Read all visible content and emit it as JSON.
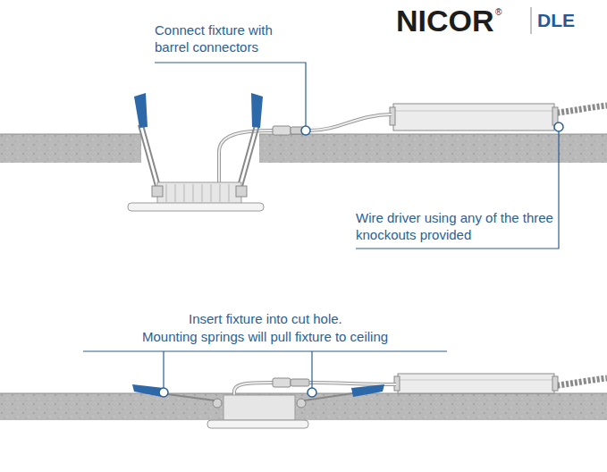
{
  "diagram": {
    "labels": [
      "NICOR",
      "®",
      "DLE",
      "Connect fixture with barrel connectors",
      "Wire driver using any of the three knockouts provided",
      "Insert fixture into cut hole.",
      "Mounting springs will pull fixture to ceiling"
    ]
  }
}
